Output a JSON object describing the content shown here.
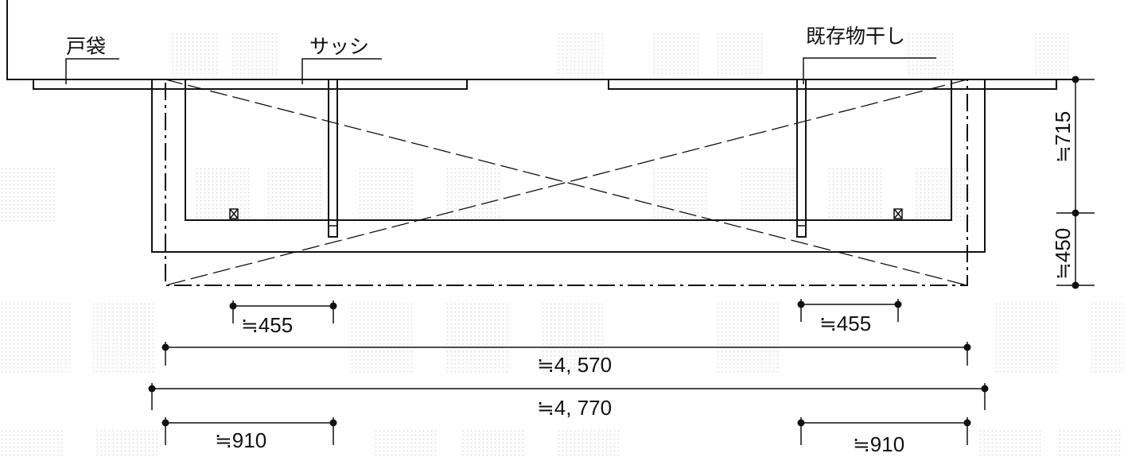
{
  "labels": {
    "tobukuro": "戸袋",
    "sash": "サッシ",
    "existing_drying": "既存物干し"
  },
  "dimensions": {
    "depth_upper": "≒715",
    "depth_lower": "≒450",
    "offset_left": "≒455",
    "offset_right": "≒455",
    "inner_width": "≒4, 570",
    "outer_width": "≒4, 770",
    "bottom_left": "≒910",
    "bottom_right": "≒910"
  }
}
